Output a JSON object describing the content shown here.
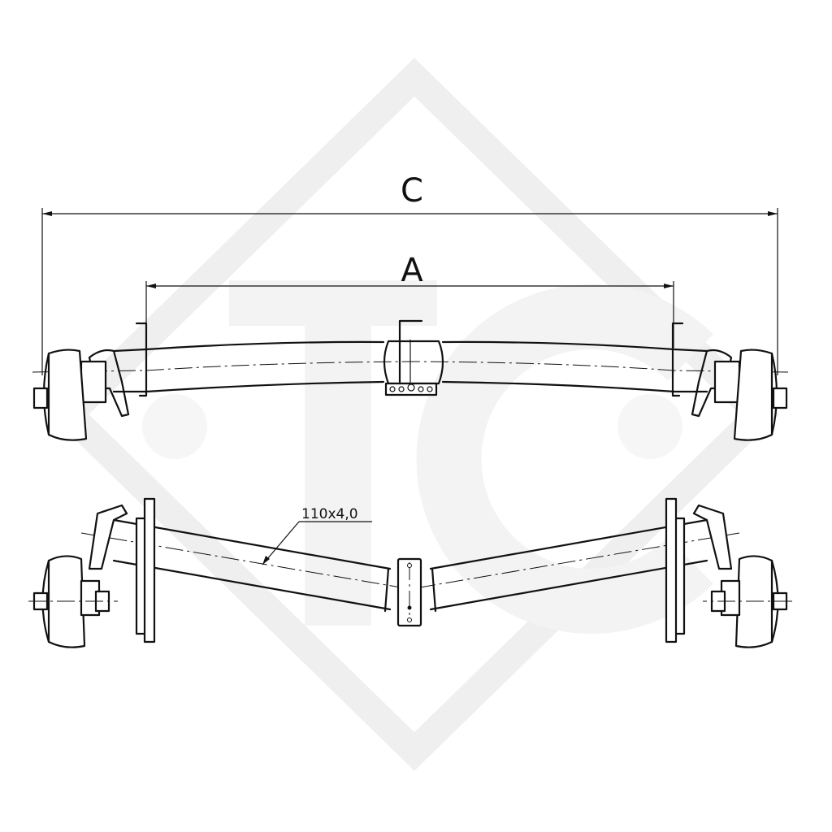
{
  "dimensions": {
    "overall_label": "C",
    "track_label": "A"
  },
  "tube_spec": "110x4,0",
  "watermark": {
    "text": "TC",
    "color": "#efefef"
  },
  "line_color": "#111111"
}
